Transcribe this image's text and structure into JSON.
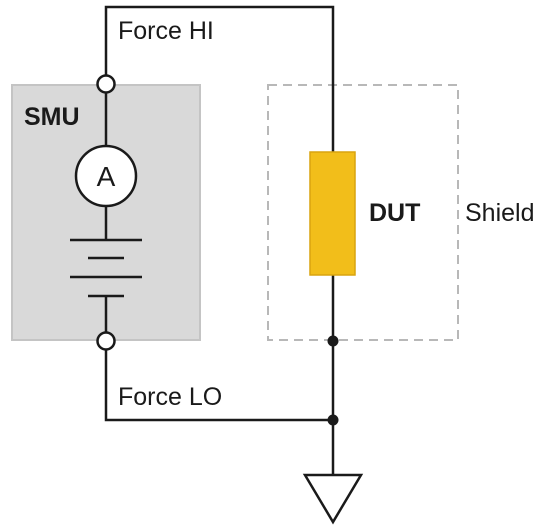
{
  "labels": {
    "force_hi": "Force HI",
    "force_lo": "Force LO",
    "smu": "SMU",
    "ammeter": "A",
    "dut": "DUT",
    "shield": "Shield"
  },
  "colors": {
    "wire": "#1a1a1a",
    "smu_fill": "#d9d9d9",
    "smu_border": "#c4c4c4",
    "shield_dash": "#b8b8b8",
    "dut_fill": "#f2be1a",
    "dut_border": "#d9a40f"
  },
  "icons": {
    "ammeter": "ammeter-circle-icon",
    "battery": "battery-cells-icon",
    "ground": "ground-triangle-icon",
    "terminal": "terminal-circle-icon",
    "junction": "junction-dot-icon"
  }
}
